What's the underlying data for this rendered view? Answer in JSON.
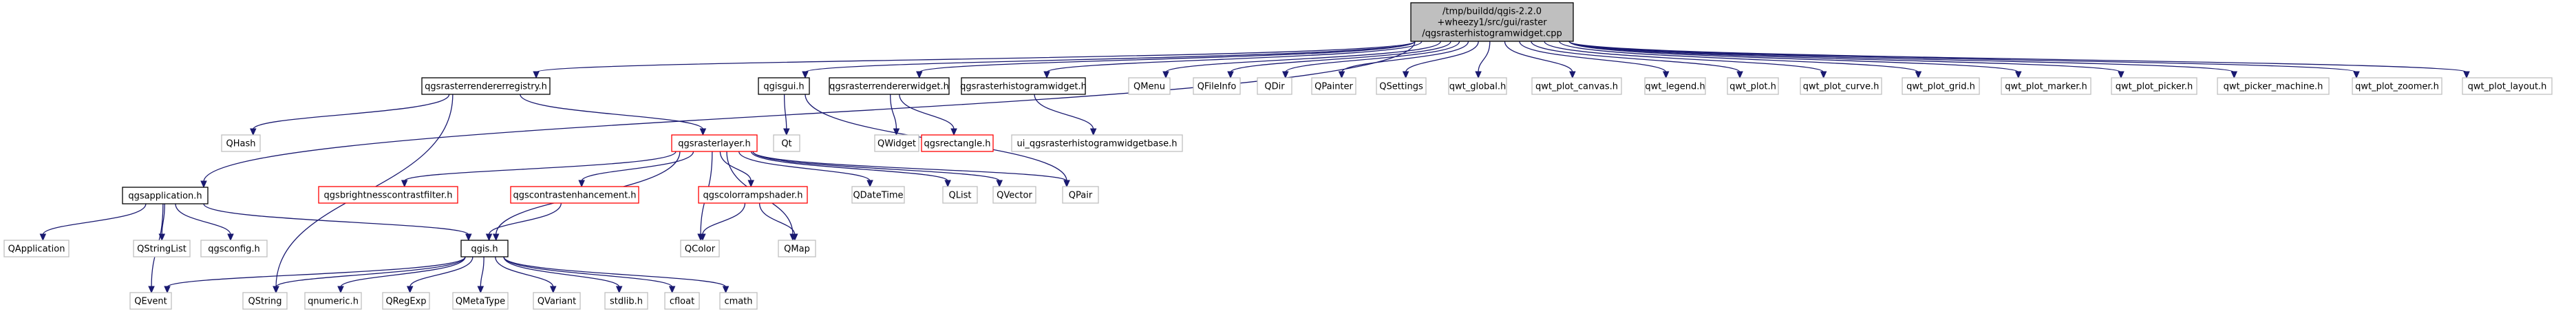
{
  "colors": {
    "root_fill": "#bfbfbf",
    "root_stroke": "#000000",
    "doc_stroke": "#000000",
    "missing_doc_stroke": "#ff0000",
    "external_stroke": "#bfbfbf",
    "edge": "#191970"
  },
  "nodes": {
    "root": {
      "lines": [
        "/tmp/buildd/qgis-2.2.0",
        "+wheezy1/src/gui/raster",
        "/qgsrasterhistogramwidget.cpp"
      ],
      "kind": "root"
    },
    "qgsrasterrendererregistry_h": {
      "lines": [
        "qgsrasterrendererregistry.h"
      ],
      "kind": "doc"
    },
    "qgisgui_h": {
      "lines": [
        "qgisgui.h"
      ],
      "kind": "doc"
    },
    "qgsrasterrendererwidget_h": {
      "lines": [
        "qgsrasterrendererwidget.h"
      ],
      "kind": "doc"
    },
    "qgsrasterhistogramwidget_h": {
      "lines": [
        "qgsrasterhistogramwidget.h"
      ],
      "kind": "doc"
    },
    "QMenu": {
      "lines": [
        "QMenu"
      ],
      "kind": "external"
    },
    "QFileInfo": {
      "lines": [
        "QFileInfo"
      ],
      "kind": "external"
    },
    "QDir": {
      "lines": [
        "QDir"
      ],
      "kind": "external"
    },
    "QPainter": {
      "lines": [
        "QPainter"
      ],
      "kind": "external"
    },
    "QSettings": {
      "lines": [
        "QSettings"
      ],
      "kind": "external"
    },
    "qwt_global_h": {
      "lines": [
        "qwt_global.h"
      ],
      "kind": "external"
    },
    "qwt_plot_canvas_h": {
      "lines": [
        "qwt_plot_canvas.h"
      ],
      "kind": "external"
    },
    "qwt_legend_h": {
      "lines": [
        "qwt_legend.h"
      ],
      "kind": "external"
    },
    "qwt_plot_h": {
      "lines": [
        "qwt_plot.h"
      ],
      "kind": "external"
    },
    "qwt_plot_curve_h": {
      "lines": [
        "qwt_plot_curve.h"
      ],
      "kind": "external"
    },
    "qwt_plot_grid_h": {
      "lines": [
        "qwt_plot_grid.h"
      ],
      "kind": "external"
    },
    "qwt_plot_marker_h": {
      "lines": [
        "qwt_plot_marker.h"
      ],
      "kind": "external"
    },
    "qwt_plot_picker_h": {
      "lines": [
        "qwt_plot_picker.h"
      ],
      "kind": "external"
    },
    "qwt_picker_machine_h": {
      "lines": [
        "qwt_picker_machine.h"
      ],
      "kind": "external"
    },
    "qwt_plot_zoomer_h": {
      "lines": [
        "qwt_plot_zoomer.h"
      ],
      "kind": "external"
    },
    "qwt_plot_layout_h": {
      "lines": [
        "qwt_plot_layout.h"
      ],
      "kind": "external"
    },
    "QHash": {
      "lines": [
        "QHash"
      ],
      "kind": "external"
    },
    "qgsrasterlayer_h": {
      "lines": [
        "qgsrasterlayer.h"
      ],
      "kind": "missing"
    },
    "Qt": {
      "lines": [
        "Qt"
      ],
      "kind": "external"
    },
    "QWidget": {
      "lines": [
        "QWidget"
      ],
      "kind": "external"
    },
    "qgsrectangle_h": {
      "lines": [
        "qgsrectangle.h"
      ],
      "kind": "missing"
    },
    "ui_qgsrasterhistogramwidgetbase_h": {
      "lines": [
        "ui_qgsrasterhistogramwidgetbase.h"
      ],
      "kind": "external"
    },
    "qgsapplication_h": {
      "lines": [
        "qgsapplication.h"
      ],
      "kind": "doc"
    },
    "qgsbrightnesscontrastfilter_h": {
      "lines": [
        "qgsbrightnesscontrastfilter.h"
      ],
      "kind": "missing"
    },
    "qgscontrastenhancement_h": {
      "lines": [
        "qgscontrastenhancement.h"
      ],
      "kind": "missing"
    },
    "qgscolorrampshader_h": {
      "lines": [
        "qgscolorrampshader.h"
      ],
      "kind": "missing"
    },
    "QDateTime": {
      "lines": [
        "QDateTime"
      ],
      "kind": "external"
    },
    "QList": {
      "lines": [
        "QList"
      ],
      "kind": "external"
    },
    "QVector": {
      "lines": [
        "QVector"
      ],
      "kind": "external"
    },
    "QPair": {
      "lines": [
        "QPair"
      ],
      "kind": "external"
    },
    "QApplication": {
      "lines": [
        "QApplication"
      ],
      "kind": "external"
    },
    "QStringList": {
      "lines": [
        "QStringList"
      ],
      "kind": "external"
    },
    "qgsconfig_h": {
      "lines": [
        "qgsconfig.h"
      ],
      "kind": "external"
    },
    "qgis_h": {
      "lines": [
        "qgis.h"
      ],
      "kind": "doc"
    },
    "QColor": {
      "lines": [
        "QColor"
      ],
      "kind": "external"
    },
    "QMap": {
      "lines": [
        "QMap"
      ],
      "kind": "external"
    },
    "QEvent": {
      "lines": [
        "QEvent"
      ],
      "kind": "external"
    },
    "QString": {
      "lines": [
        "QString"
      ],
      "kind": "external"
    },
    "qnumeric_h": {
      "lines": [
        "qnumeric.h"
      ],
      "kind": "external"
    },
    "QRegExp": {
      "lines": [
        "QRegExp"
      ],
      "kind": "external"
    },
    "QMetaType": {
      "lines": [
        "QMetaType"
      ],
      "kind": "external"
    },
    "QVariant": {
      "lines": [
        "QVariant"
      ],
      "kind": "external"
    },
    "stdlib_h": {
      "lines": [
        "stdlib.h"
      ],
      "kind": "external"
    },
    "cfloat": {
      "lines": [
        "cfloat"
      ],
      "kind": "external"
    },
    "cmath": {
      "lines": [
        "cmath"
      ],
      "kind": "external"
    }
  },
  "edges": [
    [
      "root",
      "qgsrasterrendererregistry_h"
    ],
    [
      "root",
      "qgisgui_h"
    ],
    [
      "root",
      "qgsrasterrendererwidget_h"
    ],
    [
      "root",
      "qgsrasterhistogramwidget_h"
    ],
    [
      "root",
      "QMenu"
    ],
    [
      "root",
      "QFileInfo"
    ],
    [
      "root",
      "QDir"
    ],
    [
      "root",
      "QPainter"
    ],
    [
      "root",
      "QSettings"
    ],
    [
      "root",
      "qwt_global_h"
    ],
    [
      "root",
      "qwt_plot_canvas_h"
    ],
    [
      "root",
      "qwt_legend_h"
    ],
    [
      "root",
      "qwt_plot_h"
    ],
    [
      "root",
      "qwt_plot_curve_h"
    ],
    [
      "root",
      "qwt_plot_grid_h"
    ],
    [
      "root",
      "qwt_plot_marker_h"
    ],
    [
      "root",
      "qwt_plot_picker_h"
    ],
    [
      "root",
      "qwt_picker_machine_h"
    ],
    [
      "root",
      "qwt_plot_zoomer_h"
    ],
    [
      "root",
      "qwt_plot_layout_h"
    ],
    [
      "root",
      "qgsapplication_h"
    ],
    [
      "qgsrasterrendererregistry_h",
      "QHash"
    ],
    [
      "qgsrasterrendererregistry_h",
      "qgsrasterlayer_h"
    ],
    [
      "qgsrasterrendererregistry_h",
      "QString"
    ],
    [
      "qgisgui_h",
      "Qt"
    ],
    [
      "qgisgui_h",
      "QPair"
    ],
    [
      "qgsrasterrendererwidget_h",
      "QWidget"
    ],
    [
      "qgsrasterrendererwidget_h",
      "qgsrectangle_h"
    ],
    [
      "qgsrasterhistogramwidget_h",
      "ui_qgsrasterhistogramwidgetbase_h"
    ],
    [
      "qgsrasterlayer_h",
      "qgsbrightnesscontrastfilter_h"
    ],
    [
      "qgsrasterlayer_h",
      "qgscontrastenhancement_h"
    ],
    [
      "qgsrasterlayer_h",
      "qgscolorrampshader_h"
    ],
    [
      "qgsrasterlayer_h",
      "QDateTime"
    ],
    [
      "qgsrasterlayer_h",
      "QList"
    ],
    [
      "qgsrasterlayer_h",
      "QVector"
    ],
    [
      "qgsrasterlayer_h",
      "QPair"
    ],
    [
      "qgsrasterlayer_h",
      "qgis_h"
    ],
    [
      "qgsrasterlayer_h",
      "QColor"
    ],
    [
      "qgsrasterlayer_h",
      "QMap"
    ],
    [
      "qgscontrastenhancement_h",
      "qgis_h"
    ],
    [
      "qgscolorrampshader_h",
      "QColor"
    ],
    [
      "qgscolorrampshader_h",
      "QMap"
    ],
    [
      "qgsapplication_h",
      "QApplication"
    ],
    [
      "qgsapplication_h",
      "QStringList"
    ],
    [
      "qgsapplication_h",
      "qgsconfig_h"
    ],
    [
      "qgsapplication_h",
      "qgis_h"
    ],
    [
      "qgsapplication_h",
      "QEvent"
    ],
    [
      "qgis_h",
      "QEvent"
    ],
    [
      "qgis_h",
      "QString"
    ],
    [
      "qgis_h",
      "qnumeric_h"
    ],
    [
      "qgis_h",
      "QRegExp"
    ],
    [
      "qgis_h",
      "QMetaType"
    ],
    [
      "qgis_h",
      "QVariant"
    ],
    [
      "qgis_h",
      "stdlib_h"
    ],
    [
      "qgis_h",
      "cfloat"
    ],
    [
      "qgis_h",
      "cmath"
    ]
  ]
}
